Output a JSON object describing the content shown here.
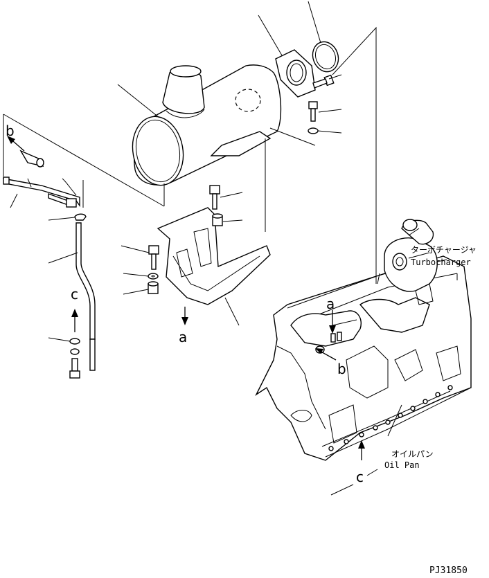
{
  "labels": {
    "turbo_jp": "ターボチャージャ",
    "turbo_en": "Turbocharger",
    "oilpan_jp": "オイルパン",
    "oilpan_en": "Oil Pan"
  },
  "refs": {
    "a_top": "a",
    "a_bottom": "a",
    "b_top": "b",
    "b_bottom": "b",
    "c_top": "c",
    "c_bottom": "c"
  },
  "drawing_code": "PJ31850"
}
